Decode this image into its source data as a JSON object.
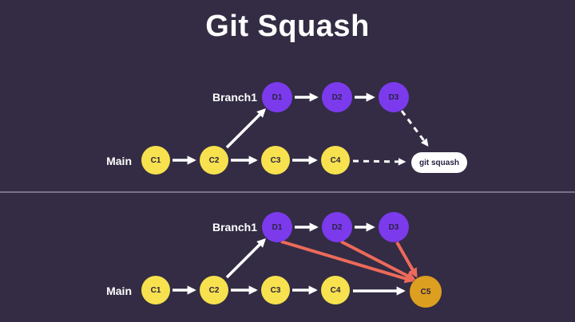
{
  "title": "Git Squash",
  "colors": {
    "background": "#332c44",
    "branch_commit": "#7c3aed",
    "main_commit": "#f7e14e",
    "squashed_commit": "#dd9f1f",
    "arrow": "#ffffff",
    "squash_arrow": "#ed6a5a",
    "pill_background": "#ffffff"
  },
  "top_panel": {
    "branch_label": "Branch1",
    "main_label": "Main",
    "branch_commits": [
      "D1",
      "D2",
      "D3"
    ],
    "main_commits": [
      "C1",
      "C2",
      "C3",
      "C4"
    ],
    "squash_pill": "git squash"
  },
  "bottom_panel": {
    "branch_label": "Branch1",
    "main_label": "Main",
    "branch_commits": [
      "D1",
      "D2",
      "D3"
    ],
    "main_commits": [
      "C1",
      "C2",
      "C3",
      "C4"
    ],
    "squashed_commit": "C5"
  }
}
